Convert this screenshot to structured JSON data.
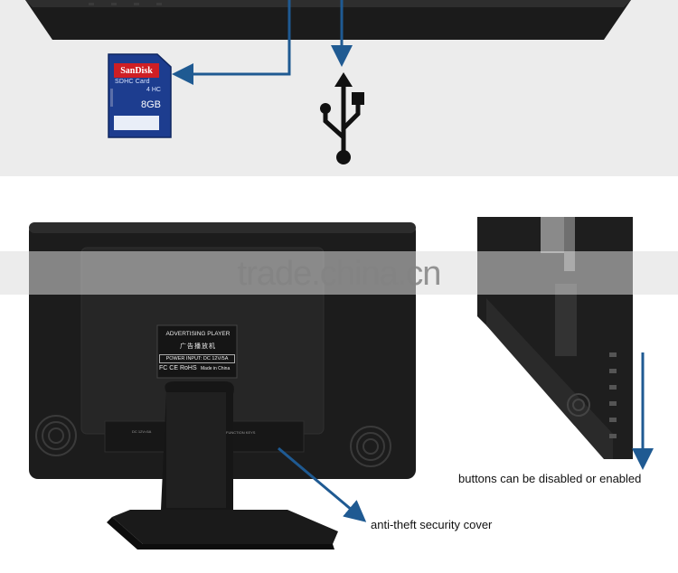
{
  "sd_card": {
    "brand": "SanDisk",
    "type": "SDHC Card",
    "class": "4 HC",
    "capacity": "8GB"
  },
  "monitor_label": {
    "title": "ADVERTISING PLAYER",
    "title_cn": "广告播放机",
    "power_input": "POWER INPUT: DC 12V/5A",
    "certifications": "FC CE RoHS",
    "made_in": "Made in China"
  },
  "ports": {
    "dc_label": "DC 12V=5A",
    "function_keys": "FUNCTION KEYS"
  },
  "watermark": "trade.china.cn",
  "captions": {
    "buttons": "buttons can be disabled or enabled",
    "cover": "anti-theft security cover"
  },
  "icons": [
    "sd-card-icon",
    "usb-icon",
    "arrow-icons"
  ],
  "colors": {
    "arrow": "#1f5a92",
    "top_background": "#ececec",
    "monitor": "#1a1a1a"
  }
}
